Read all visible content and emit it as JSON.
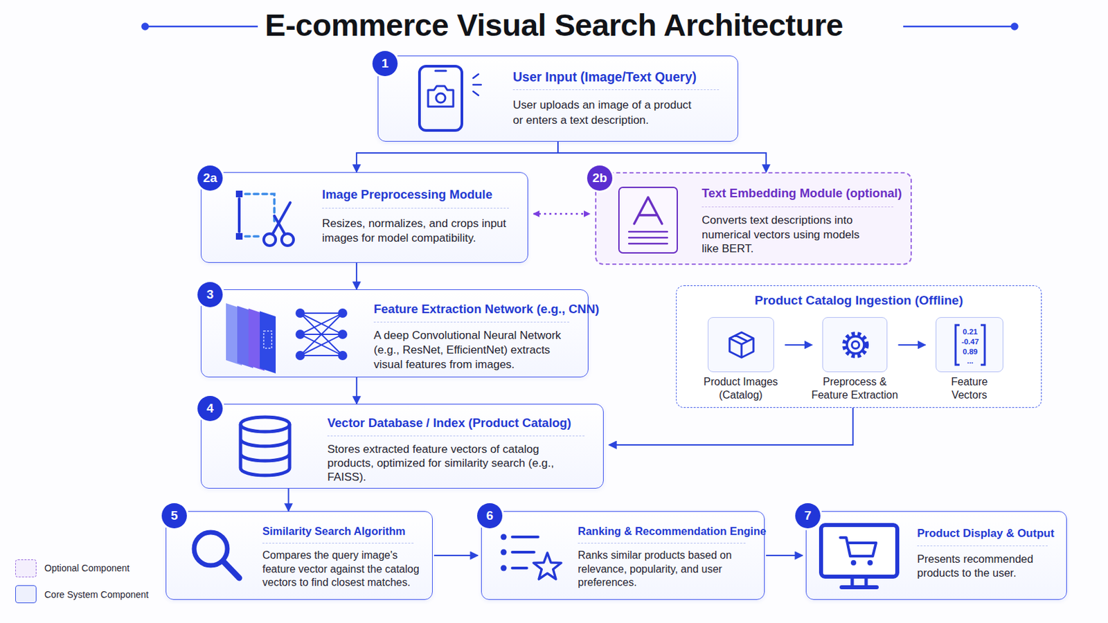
{
  "diagram": {
    "title": "E-commerce Visual Search Architecture",
    "nodes": [
      {
        "text": [
          "User Input (Image/Text Query)",
          "User uploads an image of a product or enters a text description."
        ]
      },
      {
        "text": [
          "Image Preprocessing Module",
          "Resizes, normalizes, and crops input images for model compatibility."
        ]
      },
      {
        "text": [
          "Text Embedding Module (optional)",
          "Converts text descriptions into numerical vectors using models like BERT."
        ]
      },
      {
        "text": [
          "Feature Extraction Network (e.g., CNN)",
          "A deep Convolutional Neural Network (e.g., ResNet, EfficientNet) extracts visual features from images."
        ]
      },
      {
        "text": [
          "Product Catalog Ingestion (Offline)"
        ]
      },
      {
        "text": [
          "Product Images (Catalog)"
        ],
        "in": 4
      },
      {
        "text": [
          "Preprocess & Feature Extraction"
        ],
        "in": 4
      },
      {
        "text": [
          "Feature Vectors"
        ],
        "in": 4
      },
      {
        "text": [
          "Vector Database / Index (Product Catalog)",
          "Stores extracted feature vectors of catalog products, optimized for similarity search (e.g., FAISS)."
        ]
      },
      {
        "text": [
          "Similarity Search Algorithm",
          "Compares the query image's feature vector against the catalog vectors to find closest matches."
        ]
      },
      {
        "text": [
          "Ranking & Recommendation Engine",
          "Ranks similar products based on relevance, popularity, and user preferences."
        ]
      },
      {
        "text": [
          "Product Display & Output",
          "Presents recommended products to the user."
        ]
      }
    ],
    "edges": [
      {
        "from": 0,
        "to": 1,
        "arrow": "to"
      },
      {
        "from": 0,
        "to": 2,
        "arrow": "to"
      },
      {
        "from": 1,
        "to": 2,
        "arrow": "both"
      },
      {
        "from": 1,
        "to": 3,
        "arrow": "to"
      },
      {
        "from": 3,
        "to": 8,
        "arrow": "to"
      },
      {
        "from": 5,
        "to": 6,
        "arrow": "to"
      },
      {
        "from": 6,
        "to": 7,
        "arrow": "to"
      },
      {
        "from": 4,
        "to": 8,
        "arrow": "to"
      },
      {
        "from": 8,
        "to": 9,
        "arrow": "to"
      },
      {
        "from": 9,
        "to": 10,
        "arrow": "to"
      },
      {
        "from": 10,
        "to": 11,
        "arrow": "to"
      }
    ],
    "labels": [
      "1",
      "2a",
      "2b",
      "3",
      "4",
      "5",
      "6",
      "7",
      "0.21",
      "-0.47",
      "0.89",
      "..."
    ],
    "legend": [
      {
        "text": "Optional Component",
        "color": "#f4effd"
      },
      {
        "text": "Core System Component",
        "color": "#eef1fd"
      }
    ]
  }
}
